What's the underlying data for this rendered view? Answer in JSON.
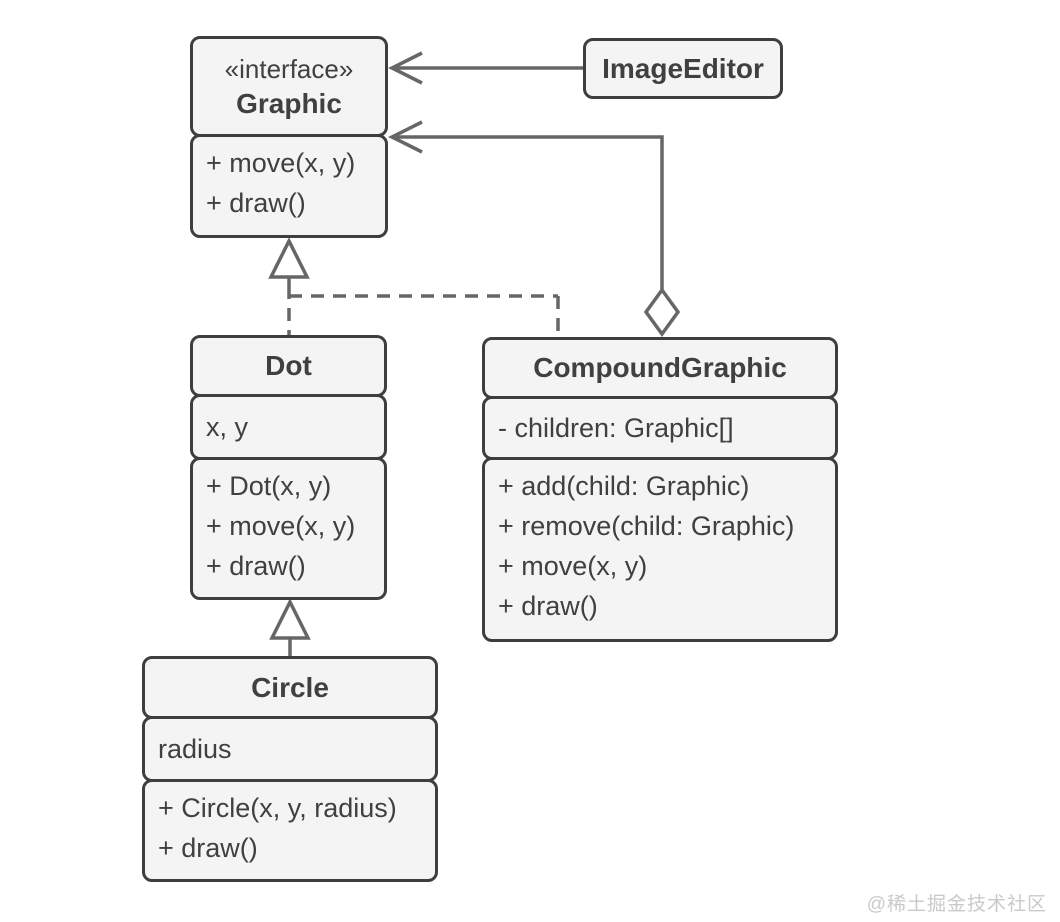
{
  "colors": {
    "background": "#ffffff",
    "box_fill": "#f4f4f4",
    "box_border": "#3e3e3e",
    "text": "#404040",
    "connector": "#666666",
    "watermark_text": "#c9c9c9"
  },
  "classes": {
    "graphic": {
      "stereotype": "«interface»",
      "name": "Graphic",
      "methods": [
        "+ move(x, y)",
        "+ draw()"
      ]
    },
    "image_editor": {
      "name": "ImageEditor"
    },
    "dot": {
      "name": "Dot",
      "attributes": [
        "x, y"
      ],
      "methods": [
        "+ Dot(x, y)",
        "+ move(x, y)",
        "+ draw()"
      ]
    },
    "compound_graphic": {
      "name": "CompoundGraphic",
      "attributes": [
        "- children: Graphic[]"
      ],
      "methods": [
        "+ add(child: Graphic)",
        "+ remove(child: Graphic)",
        "+ move(x, y)",
        "+ draw()"
      ]
    },
    "circle": {
      "name": "Circle",
      "attributes": [
        "radius"
      ],
      "methods": [
        "+ Circle(x, y, radius)",
        "+ draw()"
      ]
    }
  },
  "relationships": [
    {
      "type": "association",
      "from": "ImageEditor",
      "to": "Graphic"
    },
    {
      "type": "aggregation",
      "from": "CompoundGraphic",
      "to": "Graphic"
    },
    {
      "type": "realization",
      "from": "Dot",
      "to": "Graphic"
    },
    {
      "type": "realization",
      "from": "CompoundGraphic",
      "to": "Graphic"
    },
    {
      "type": "inheritance",
      "from": "Circle",
      "to": "Dot"
    }
  ],
  "watermark": "@稀土掘金技术社区"
}
